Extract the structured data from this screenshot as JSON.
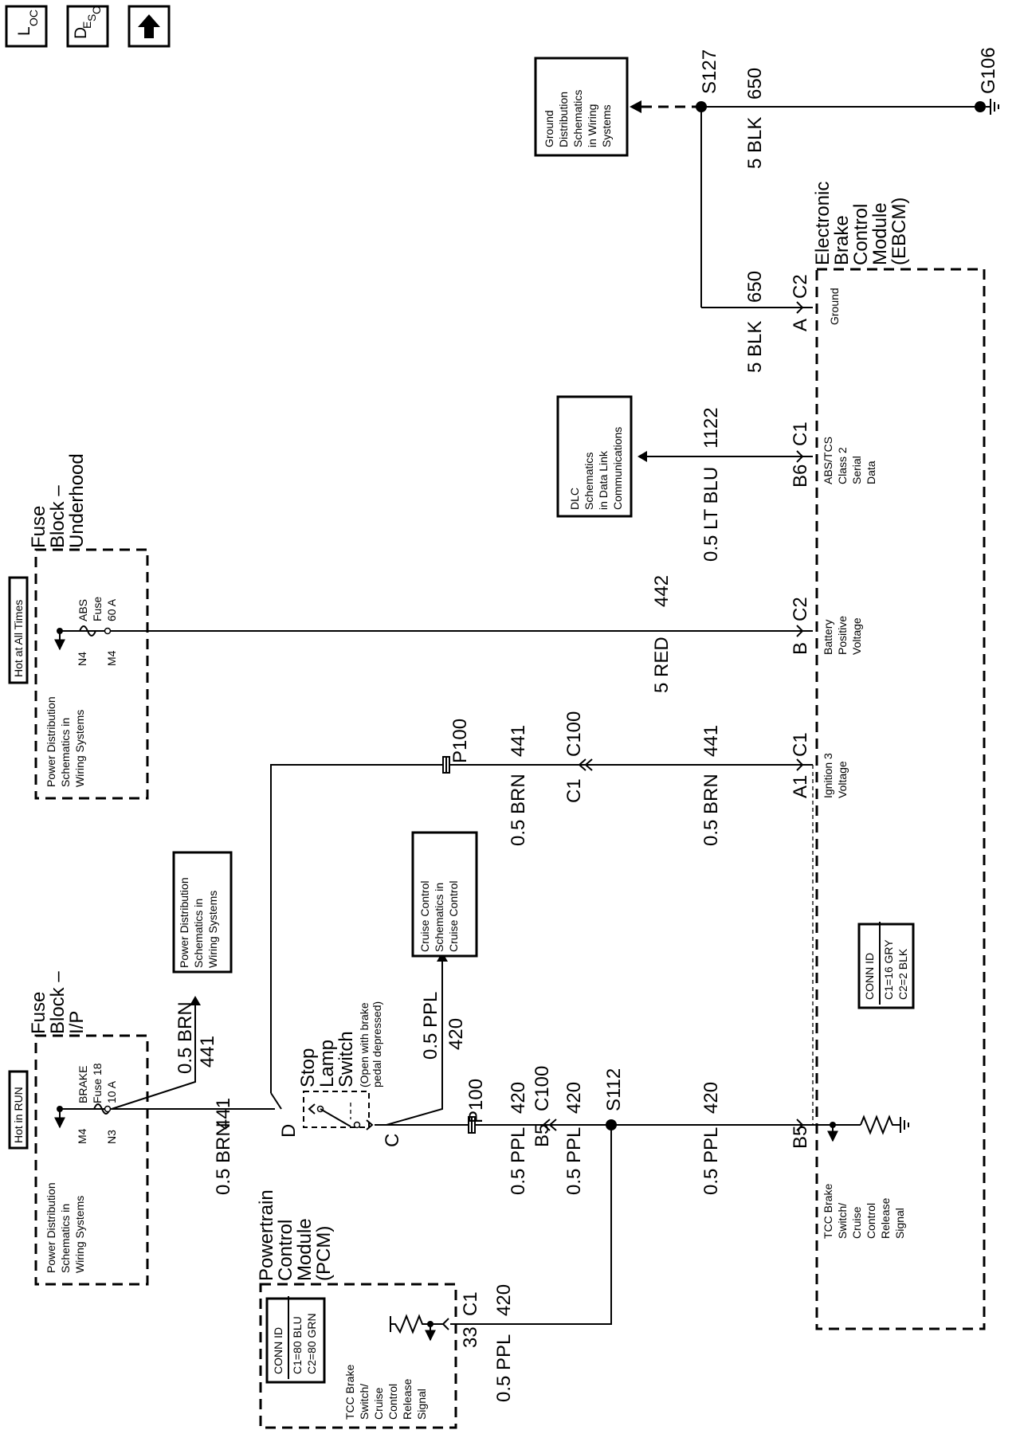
{
  "nav": {
    "loc_main": "L",
    "loc_sub": "OC",
    "desc_main": "D",
    "desc_sub1": "E",
    "desc_sub2": "S",
    "desc_sub3": "C",
    "up_icon": "arrow-up-icon"
  },
  "power": {
    "hot_run": "Hot in RUN",
    "hot_all": "Hot at All Times",
    "fuse_ip": [
      "Fuse",
      "Block –",
      "I/P"
    ],
    "fuse_uh": [
      "Fuse",
      "Block –",
      "Underhood"
    ],
    "brake_fuse": [
      "BRAKE",
      "Fuse 18",
      "10 A"
    ],
    "abs_fuse": [
      "ABS",
      "Fuse",
      "60 A"
    ],
    "pin_m4a": "M4",
    "pin_n3": "N3",
    "pin_n4": "N4",
    "pin_m4b": "M4",
    "pd_ip": [
      "Power Distribution",
      "Schematics in",
      "Wiring Systems"
    ],
    "pd_uh": [
      "Power Distribution",
      "Schematics in",
      "Wiring Systems"
    ],
    "pd_box": [
      "Power Distribution",
      "Schematics in",
      "Wiring Systems"
    ]
  },
  "ground": {
    "ref": [
      "Ground",
      "Distribution",
      "Schematics",
      "in Wiring",
      "Systems"
    ],
    "splice": "S127",
    "circuit": "650",
    "wire": "5 BLK",
    "gnd": "G106"
  },
  "dlc": {
    "ref": [
      "DLC",
      "Schematics",
      "in Data Link",
      "Communications"
    ],
    "wire": "0.5 LT BLU",
    "circuit": "1122"
  },
  "cruise": {
    "ref": [
      "Cruise Control",
      "Schematics in",
      "Cruise Control"
    ]
  },
  "stop_lamp": {
    "title": [
      "Stop",
      "Lamp",
      "Switch"
    ],
    "note": [
      "(Open with brake",
      "pedal depressed)"
    ],
    "pin_d": "D",
    "pin_c": "C"
  },
  "wires": {
    "brn": "0.5 BRN",
    "c441": "441",
    "ppl": "0.5 PPL",
    "c420": "420",
    "red": "5 RED",
    "c442": "442",
    "p100": "P100",
    "c100": "C100",
    "c1": "C1",
    "b5": "B5",
    "s112": "S112"
  },
  "pcm": {
    "title": [
      "Powertrain",
      "Control",
      "Module",
      "(PCM)"
    ],
    "conn_title": "CONN ID",
    "conn1": "C1=80 BLU",
    "conn2": "C2=80 GRN",
    "signal": [
      "TCC Brake",
      "Switch/",
      "Cruise",
      "Control",
      "Release",
      "Signal"
    ],
    "pin": "33",
    "conn": "C1"
  },
  "ebcm": {
    "title": [
      "Electronic",
      "Brake",
      "Control",
      "Module",
      "(EBCM)"
    ],
    "conn_title": "CONN ID",
    "conn1": "C1=16 GRY",
    "conn2": "C2=2 BLK",
    "ground": "Ground",
    "pin_a": "A",
    "c2": "C2",
    "data": [
      "ABS/TCS",
      "Class 2",
      "Serial",
      "Data"
    ],
    "pin_b6": "B6",
    "c1": "C1",
    "batt": [
      "Battery",
      "Positive",
      "Voltage"
    ],
    "pin_b": "B",
    "ign": [
      "Ignition 3",
      "Voltage"
    ],
    "pin_a1": "A1",
    "tcc": [
      "TCC Brake",
      "Switch/",
      "Cruise",
      "Control",
      "Release",
      "Signal"
    ],
    "pin_b5": "B5"
  }
}
